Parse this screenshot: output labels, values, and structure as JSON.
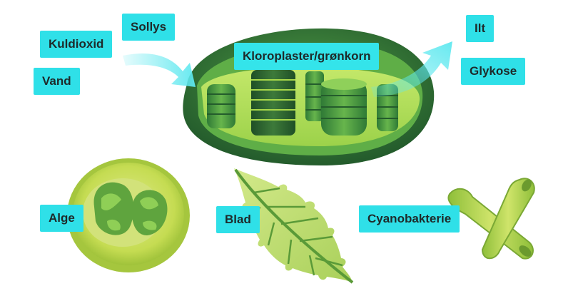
{
  "inputs": {
    "sunlight": "Sollys",
    "carbon_dioxide": "Kuldioxid",
    "water": "Vand"
  },
  "organelle": {
    "label": "Kloroplaster/grønkorn"
  },
  "outputs": {
    "oxygen": "Ilt",
    "glucose": "Glykose"
  },
  "organisms": {
    "alga": "Alge",
    "leaf": "Blad",
    "cyanobacterium": "Cyanobakterie"
  },
  "colors": {
    "label_bg": "#2fe0e8",
    "arrow": "#5ee8ef",
    "dark_green": "#2b6a35",
    "mid_green": "#4b9a3f",
    "light_green": "#a8d84a",
    "lime": "#c7e04a"
  }
}
